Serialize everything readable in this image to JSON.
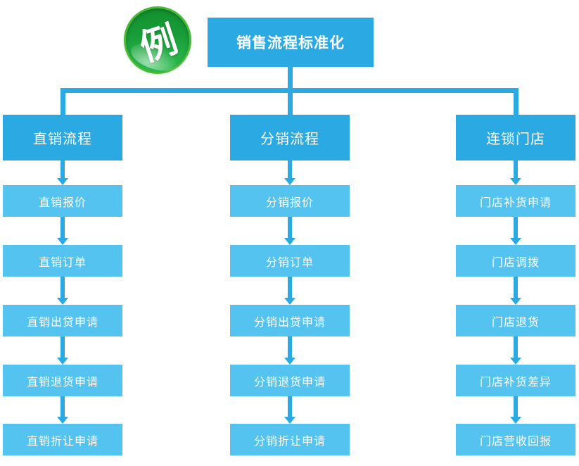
{
  "badge": {
    "label": "例"
  },
  "title": "销售流程标准化",
  "colors": {
    "primary_blue": "#2BA9E2",
    "light_blue": "#55C3F0",
    "badge_green": "#1CA03A",
    "badge_rim_green": "#47BB35",
    "text_white": "#FFFFFF"
  },
  "columns": [
    {
      "header": "直销流程",
      "items": [
        "直销报价",
        "直销订单",
        "直销出贷申请",
        "直销退货申请",
        "直销折让申请"
      ]
    },
    {
      "header": "分销流程",
      "items": [
        "分销报价",
        "分销订单",
        "分销出贷申请",
        "分销退货申请",
        "分销折让申请"
      ]
    },
    {
      "header": "连锁门店",
      "items": [
        "门店补货申请",
        "门店调拨",
        "门店退货",
        "门店补货差异",
        "门店营收回报"
      ]
    }
  ]
}
